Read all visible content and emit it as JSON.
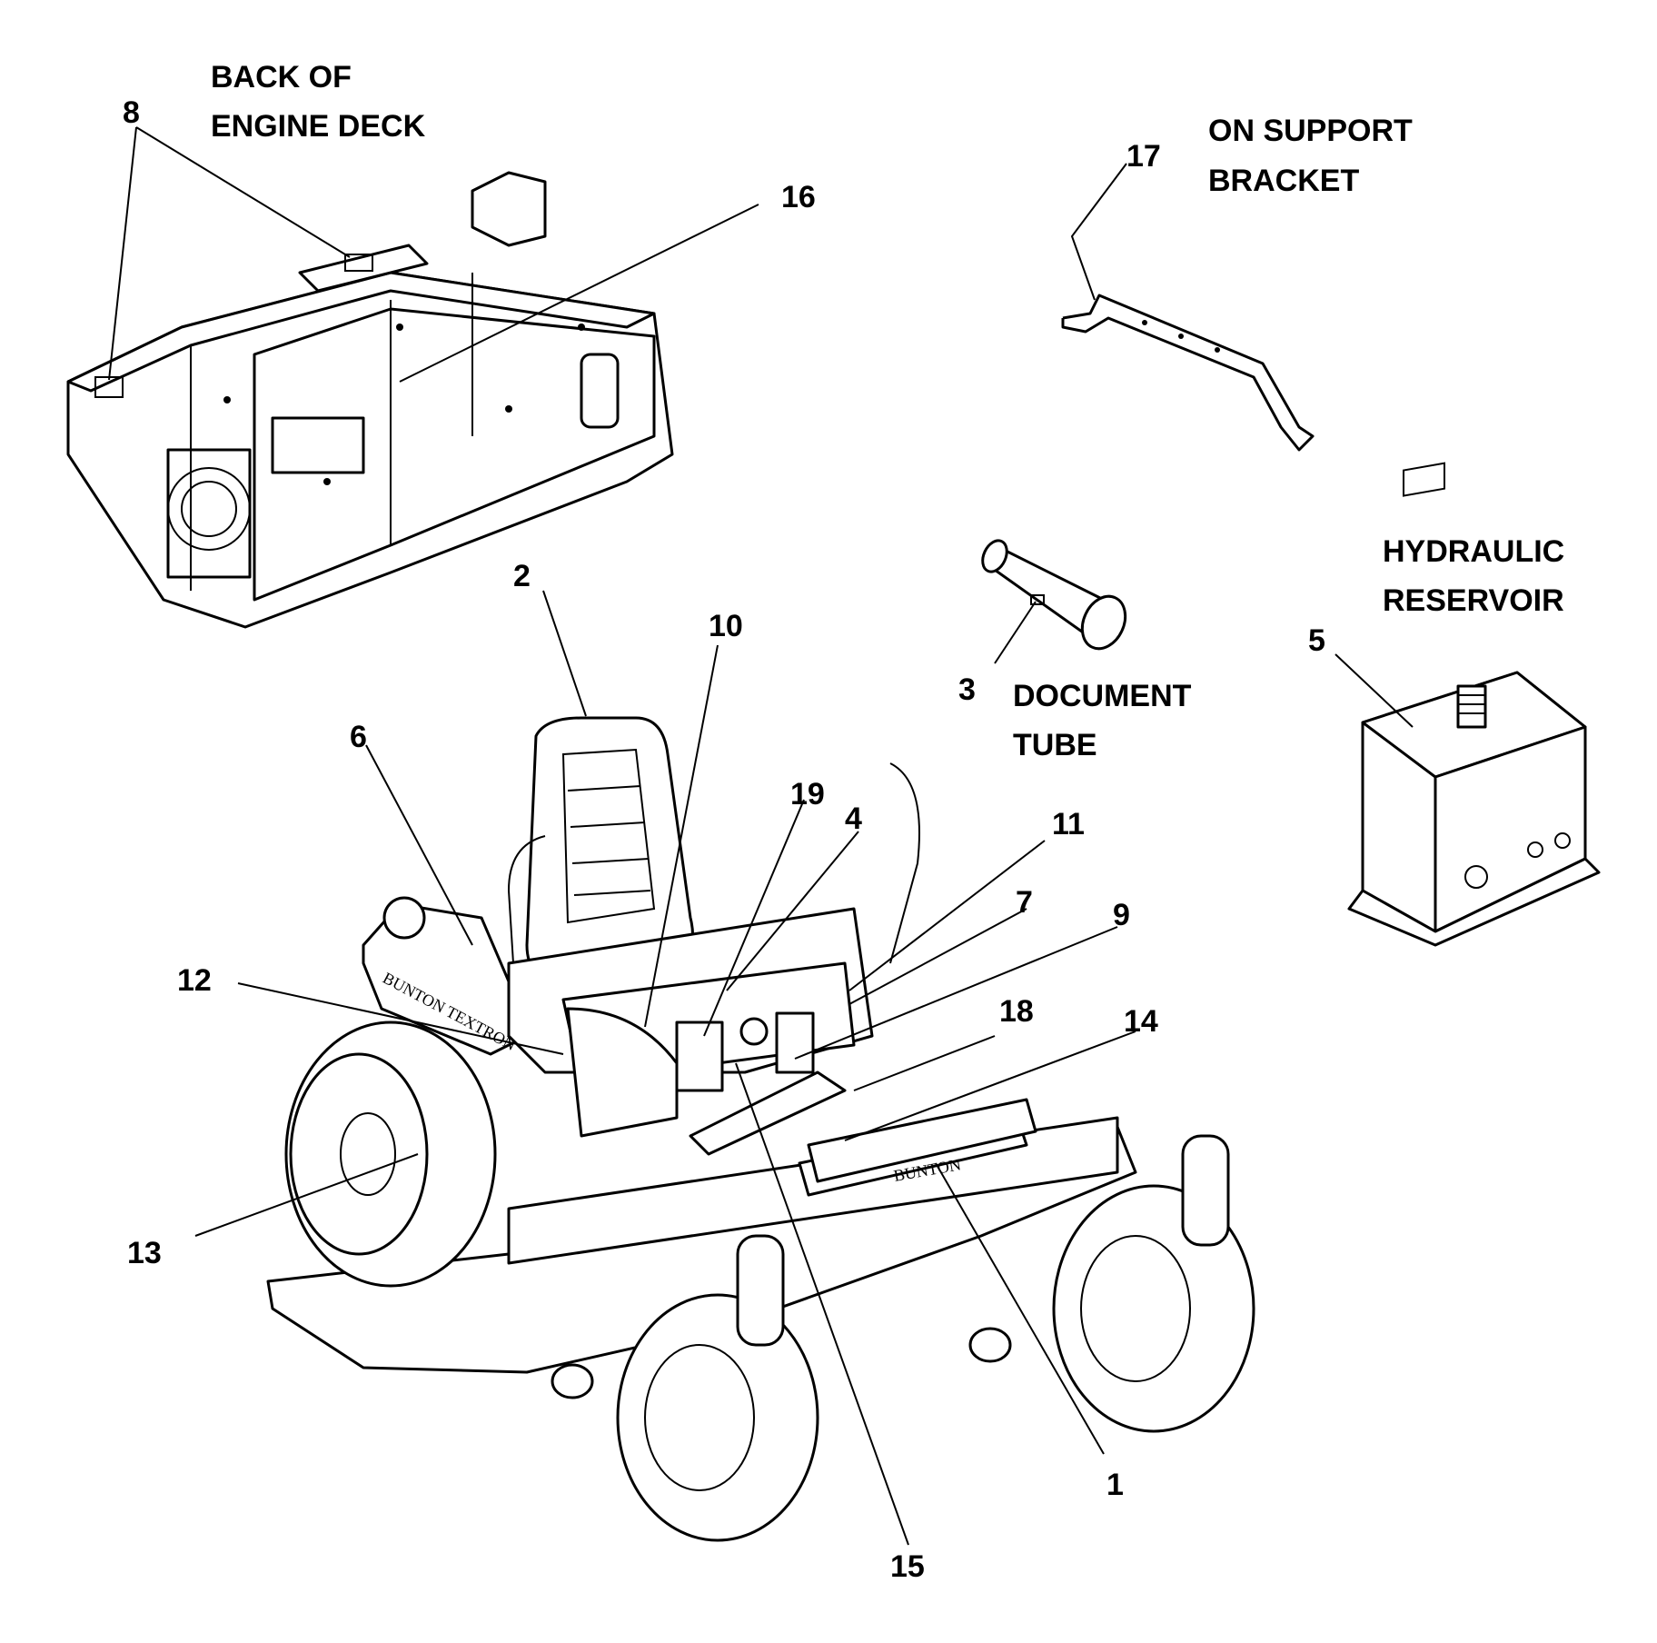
{
  "captions": {
    "engine_deck": [
      "BACK OF",
      "ENGINE DECK"
    ],
    "support_bracket": [
      "ON SUPPORT",
      "BRACKET"
    ],
    "hydraulic_reservoir": [
      "HYDRAULIC",
      "RESERVOIR"
    ],
    "document_tube": [
      "DOCUMENT",
      "TUBE"
    ]
  },
  "callouts": [
    "1",
    "2",
    "3",
    "4",
    "5",
    "6",
    "7",
    "8",
    "9",
    "10",
    "11",
    "12",
    "13",
    "14",
    "15",
    "16",
    "17",
    "18",
    "19"
  ],
  "markings": {
    "mower_front": "BUNTON",
    "fuel_tank": "BUNTON TEXTRON"
  }
}
